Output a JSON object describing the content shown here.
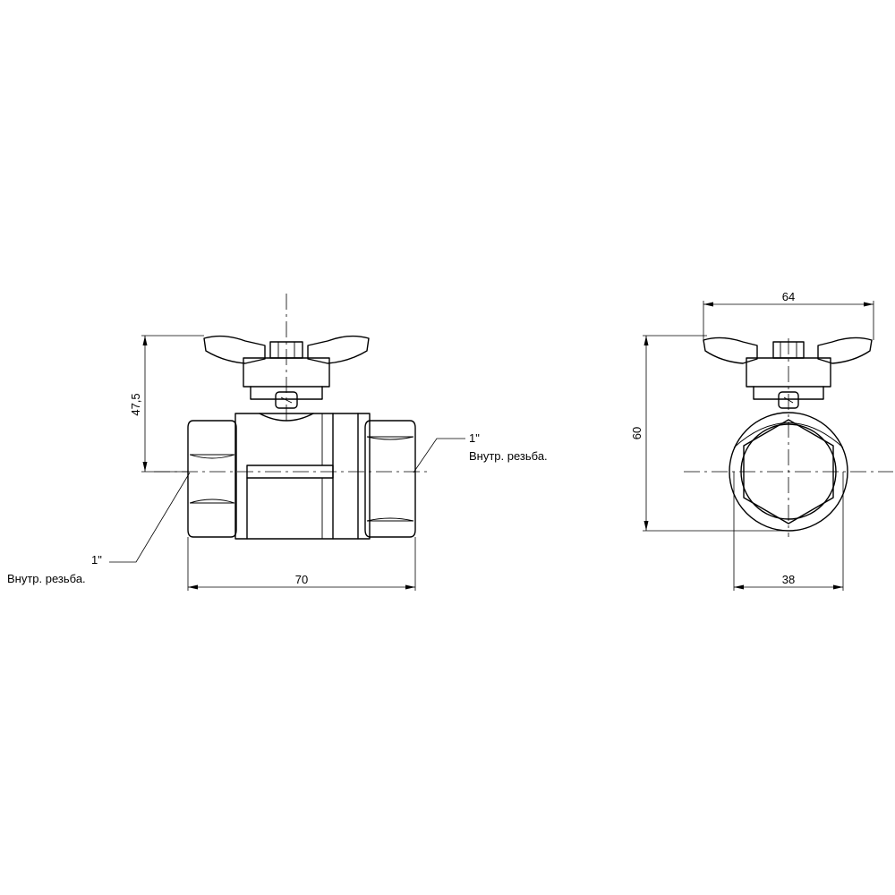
{
  "labels": {
    "thread_size_left": "1\"",
    "thread_desc_left": "Внутр. резьба.",
    "thread_size_right": "1\"",
    "thread_desc_right": "Внутр. резьба."
  },
  "dimensions": {
    "length": "70",
    "height_to_axis": "47,5",
    "handle_width": "64",
    "total_height": "60",
    "body_diameter": "38"
  }
}
